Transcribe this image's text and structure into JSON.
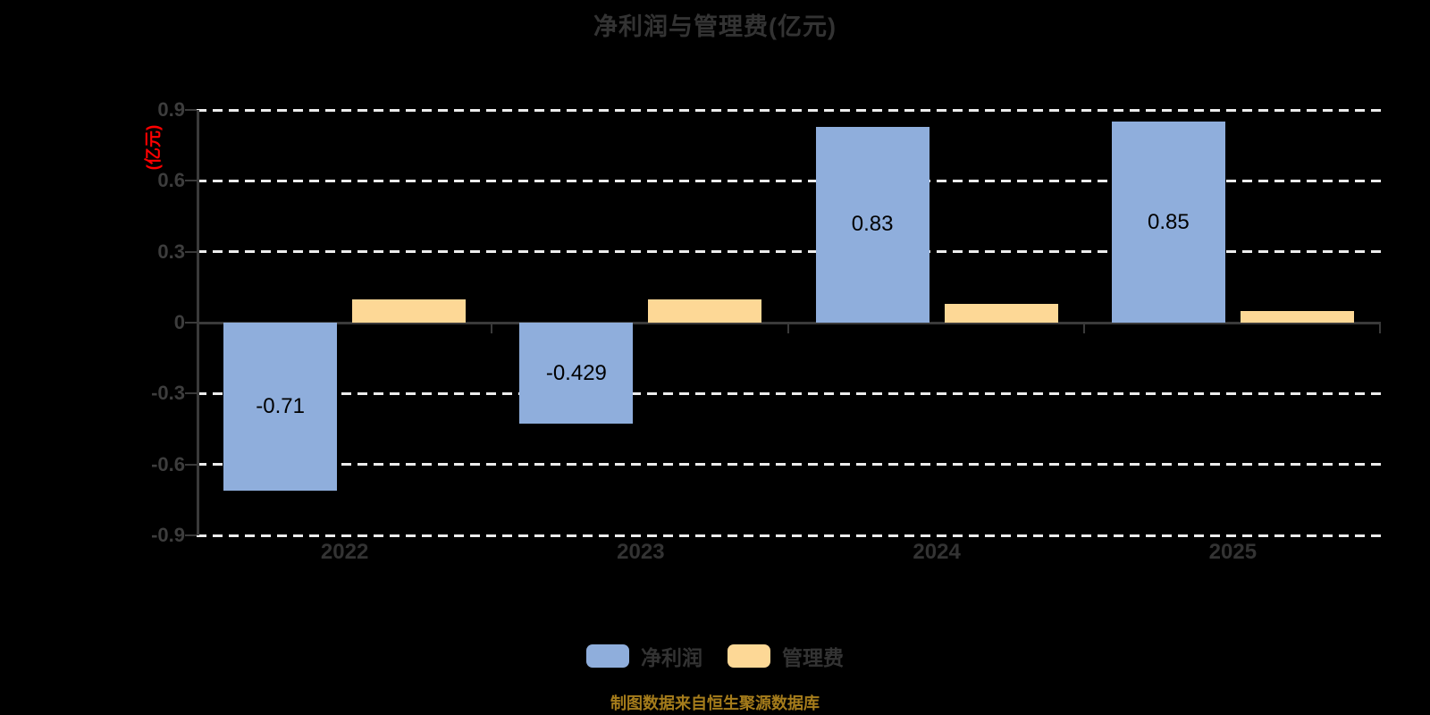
{
  "title": "净利润与管理费(亿元)",
  "chart_data": {
    "type": "bar",
    "title": "净利润与管理费(亿元)",
    "categories": [
      "2022",
      "2023",
      "2024",
      "2025"
    ],
    "series": [
      {
        "name": "净利润",
        "color": "#8FAEDC",
        "values": [
          -0.71,
          -0.429,
          0.83,
          0.85
        ],
        "data_labels": [
          "-0.71",
          "-0.429",
          "0.83",
          "0.85"
        ]
      },
      {
        "name": "管理费",
        "color": "#FDD896",
        "values": [
          0.1,
          0.1,
          0.08,
          0.05
        ],
        "data_labels": []
      }
    ],
    "xlabel": "",
    "ylabel": "(亿元)",
    "ylim": [
      -0.9,
      0.9
    ],
    "yticks": [
      "0.9",
      "0.6",
      "0.3",
      "0",
      "-0.3",
      "-0.6",
      "-0.9"
    ],
    "grid": "horizontal dashed, solid dark line at zero",
    "legend_position": "bottom"
  },
  "footer": {
    "source_note": "制图数据来自恒生聚源数据库"
  },
  "colors": {
    "background": "#000000",
    "axis": "#3A3A3A",
    "gridline": "#ECECEC",
    "title_text": "#333333",
    "tick_text": "#3D3D3D",
    "ylabel_text": "#FF0000",
    "source_note_text": "#A57C1B",
    "bar_label_text": "#000000"
  }
}
